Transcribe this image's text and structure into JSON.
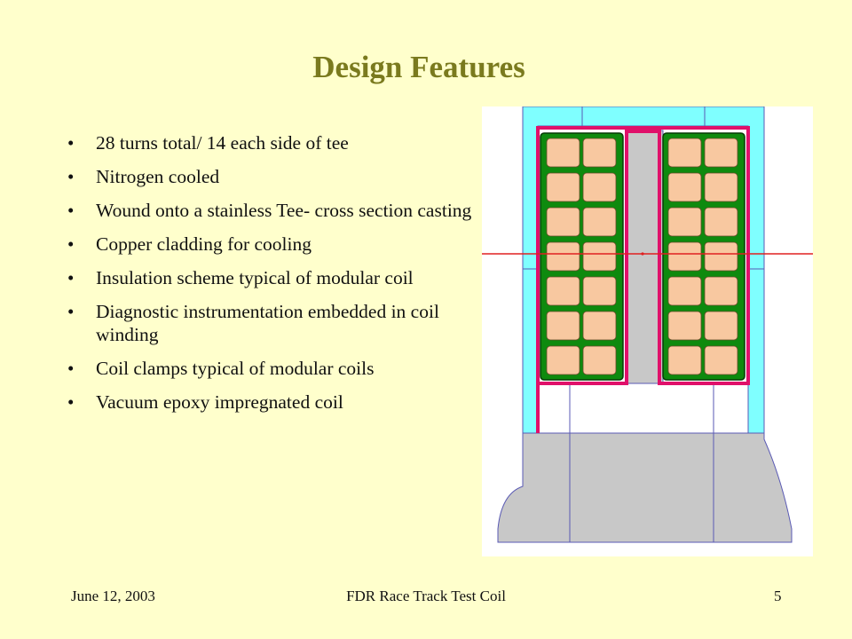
{
  "slide": {
    "title": "Design Features",
    "bullets": [
      "28 turns total/ 14 each side of tee",
      "Nitrogen cooled",
      "Wound onto a stainless Tee- cross section casting",
      "Copper cladding for cooling",
      "Insulation scheme typical of modular coil",
      "Diagnostic instrumentation embedded in coil winding",
      "Coil clamps typical of modular coils",
      "Vacuum epoxy impregnated coil"
    ],
    "footer": {
      "date": "June 12, 2003",
      "title": "FDR Race Track Test Coil",
      "page": "5"
    }
  },
  "figure": {
    "colors": {
      "background": "#FFFFFF",
      "cladding": "#7FFFFF",
      "casting": "#C8C8C8",
      "insulation": "#E0106A",
      "epoxy": "#0E8A0E",
      "conductor": "#F8C8A0",
      "centerline": "#E02020",
      "outline": "#5A5AB4"
    },
    "coil_packs": [
      {
        "side": "left",
        "turns": 14,
        "columns": 2,
        "rows": 7
      },
      {
        "side": "right",
        "turns": 14,
        "columns": 2,
        "rows": 7
      }
    ]
  }
}
